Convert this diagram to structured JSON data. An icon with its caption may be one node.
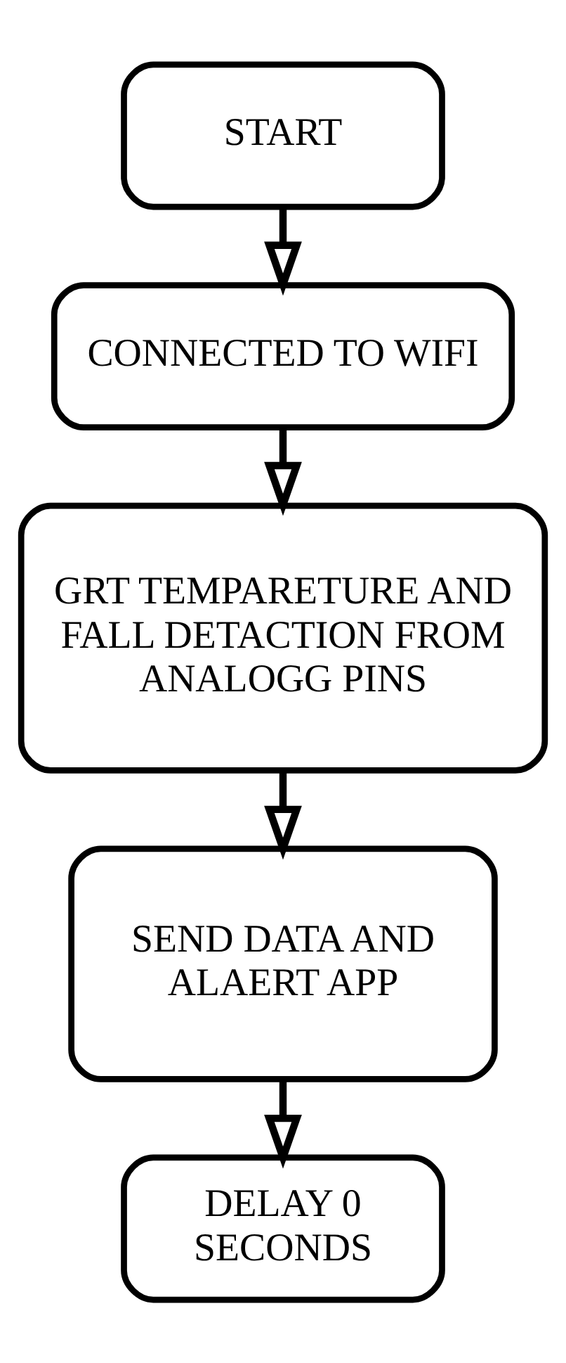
{
  "diagram": {
    "nodes": [
      {
        "text": [
          "START"
        ]
      },
      {
        "text": [
          "CONNECTED TO WIFI"
        ]
      },
      {
        "text": [
          "GRT TEMPARETURE AND FALL DETACTION FROM ANALOGG PINS"
        ]
      },
      {
        "text": [
          "SEND DATA AND ALAERT APP"
        ]
      },
      {
        "text": [
          "DELAY 0 SECONDS"
        ]
      }
    ],
    "edges": [
      {
        "from": 0,
        "to": 1,
        "arrow": "to"
      },
      {
        "from": 1,
        "to": 2,
        "arrow": "to"
      },
      {
        "from": 2,
        "to": 3,
        "arrow": "to"
      },
      {
        "from": 3,
        "to": 4,
        "arrow": "to"
      }
    ]
  }
}
